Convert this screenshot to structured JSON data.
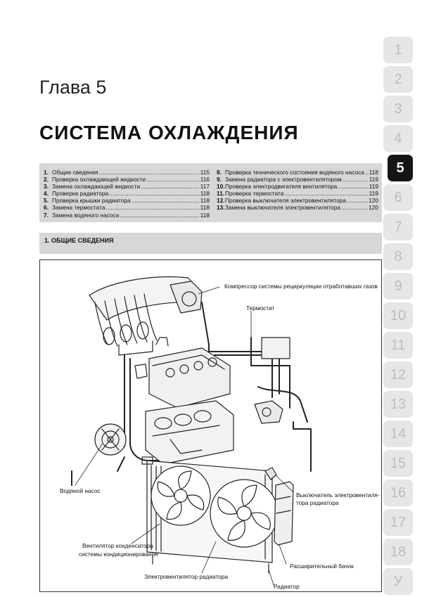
{
  "header": {
    "chapter": "Глава 5",
    "title": "СИСТЕМА ОХЛАЖДЕНИЯ"
  },
  "toc": {
    "left": [
      {
        "num": "1.",
        "title": "Общие сведения",
        "page": "115"
      },
      {
        "num": "2.",
        "title": "Проверка охлаждающей жидкости",
        "page": "116"
      },
      {
        "num": "3.",
        "title": "Замена охлаждающей жидкости",
        "page": "117"
      },
      {
        "num": "4.",
        "title": "Проверка радиатора",
        "page": "118"
      },
      {
        "num": "5.",
        "title": "Проверка крышки радиатора",
        "page": "118"
      },
      {
        "num": "6.",
        "title": "Замена термостата",
        "page": "118"
      },
      {
        "num": "7.",
        "title": "Замена водяного насоса",
        "page": "118"
      }
    ],
    "right": [
      {
        "num": "8.",
        "title": "Проверка технического состояния водяного насоса",
        "page": "118"
      },
      {
        "num": "9.",
        "title": "Замена радиатора с электровентилятором",
        "page": "119"
      },
      {
        "num": "10.",
        "title": "Проверка электродвигателя вентилятора",
        "page": "119"
      },
      {
        "num": "11.",
        "title": "Проверка термостата",
        "page": "119"
      },
      {
        "num": "12.",
        "title": "Проверка выключателя электровентилятора",
        "page": "120"
      },
      {
        "num": "13.",
        "title": "Замена выключателя электровентилятора",
        "page": "120"
      }
    ]
  },
  "section": {
    "title": "1.  ОБЩИЕ СВЕДЕНИЯ"
  },
  "figure": {
    "callouts": {
      "compressor": "Компрессор системы рециркуляции отработавших газов",
      "thermostat": "Термостат",
      "water_pump": "Водяной насос",
      "fan_switch_1": "Выключатель электровентиля-",
      "fan_switch_2": "тора радиатора",
      "ac_fan_1": "Вентилятор конденсатора",
      "ac_fan_2": "системы кондиционирования",
      "expansion_tank": "Расширительный бачок",
      "radiator_fan": "Электровентилятор радиатора",
      "radiator": "Радиатор"
    }
  },
  "tabs": [
    "1",
    "2",
    "3",
    "4",
    "5",
    "6",
    "7",
    "8",
    "9",
    "10",
    "11",
    "12",
    "13",
    "14",
    "15",
    "16",
    "17",
    "18",
    "У"
  ],
  "active_tab": "5"
}
